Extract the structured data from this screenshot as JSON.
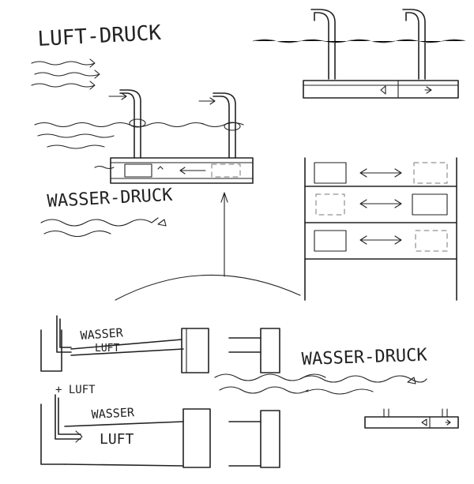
{
  "labels": {
    "luft_druck": "LUFT-DRUCK",
    "wasser_druck_left": "WASSER-DRUCK",
    "wasser_druck_right": "WASSER-DRUCK",
    "wasser_1": "WASSER",
    "luft_1": "LUFT",
    "plus_luft": "+ LUFT",
    "wasser_2": "WASSER",
    "luft_2": "LUFT"
  }
}
